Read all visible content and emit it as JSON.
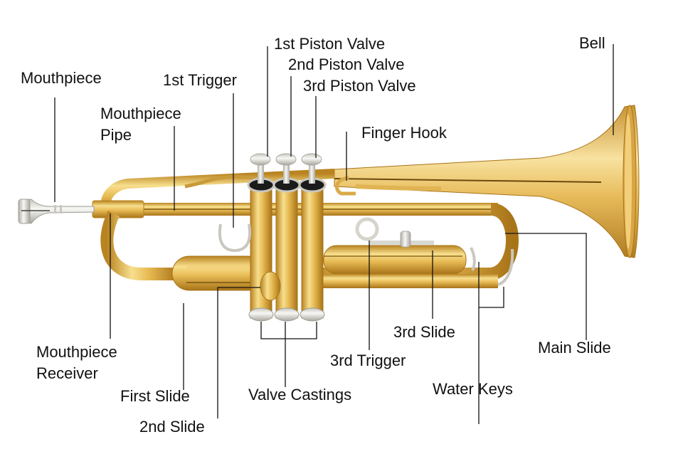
{
  "diagram": {
    "subject": "Trumpet",
    "colors": {
      "brass_light": "#f6dc8a",
      "brass_mid": "#e2b24a",
      "brass_dark": "#b98320",
      "silver_light": "#f2f2ee",
      "silver_dark": "#b8b6ae",
      "leader_line": "#111111",
      "background": "#ffffff"
    },
    "labels": {
      "mouthpiece": "Mouthpiece",
      "first_trigger": "1st Trigger",
      "mouthpiece_pipe_l1": "Mouthpiece",
      "mouthpiece_pipe_l2": "Pipe",
      "piston1": "1st Piston Valve",
      "piston2": "2nd Piston Valve",
      "piston3": "3rd Piston Valve",
      "finger_hook": "Finger Hook",
      "bell": "Bell",
      "receiver_l1": "Mouthpiece",
      "receiver_l2": "Receiver",
      "first_slide": "First Slide",
      "second_slide": "2nd Slide",
      "valve_castings": "Valve Castings",
      "third_trigger": "3rd Trigger",
      "third_slide": "3rd Slide",
      "water_keys": "Water Keys",
      "main_slide": "Main Slide"
    }
  }
}
